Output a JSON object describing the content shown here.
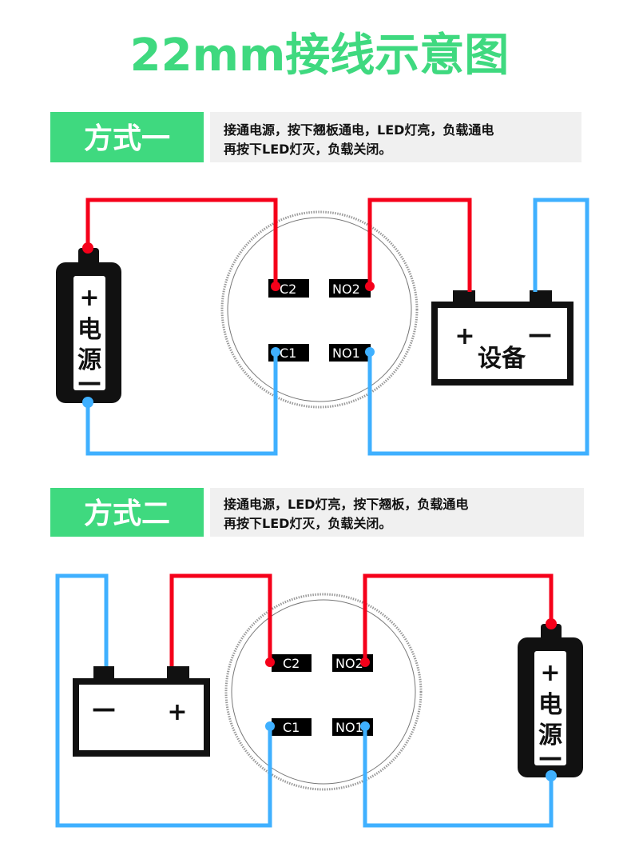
{
  "title": "22mm接线示意图",
  "colors": {
    "green": "#3fd97f",
    "red": "#f5001a",
    "blue": "#3fb0ff"
  },
  "mode1": {
    "label": "方式一",
    "desc_line1": "接通电源，按下翘板通电，LED灯亮，负载通电",
    "desc_line2": "再按下LED灯灭，负载关闭。"
  },
  "mode2": {
    "label": "方式二",
    "desc_line1": "接通电源，LED灯亮，按下翘板，负载通电",
    "desc_line2": "再按下LED灯灭，负载关闭。"
  },
  "terminals": {
    "c2": "C2",
    "no2": "NO2",
    "c1": "C1",
    "no1": "NO1"
  },
  "power": {
    "plus": "+",
    "char1": "电",
    "char2": "源",
    "minus": "—"
  },
  "device": {
    "plus": "+",
    "minus": "—",
    "label": "设备"
  }
}
